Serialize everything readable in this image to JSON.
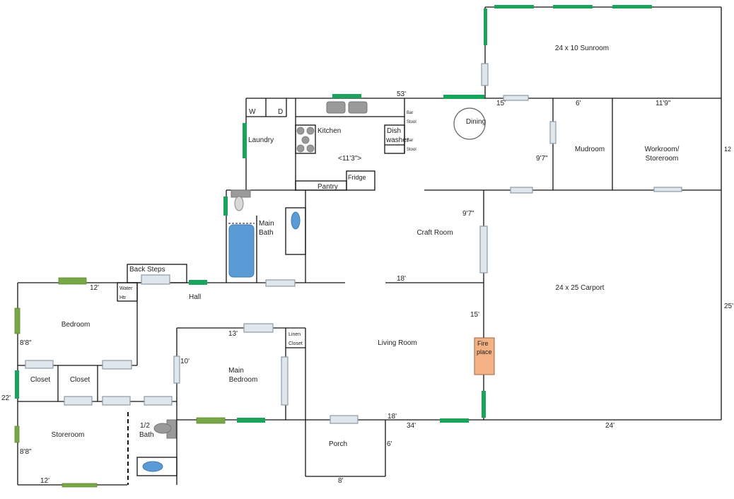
{
  "rooms": {
    "sunroom": "24 x 10 Sunroom",
    "dining": "Dining",
    "mudroom": "Mudroom",
    "workroom_line1": "Workroom/",
    "workroom_line2": "Storeroom",
    "kitchen": "Kitchen",
    "laundry": "Laundry",
    "washer": "W",
    "dryer": "D",
    "dish_line1": "Dish",
    "dish_line2": "washer",
    "bar_stool": "Bar",
    "stool": "Stool",
    "pantry": "Pantry",
    "fridge": "Fridge",
    "main_bath_line1": "Main",
    "main_bath_line2": "Bath",
    "craft_room": "Craft Room",
    "carport": "24 x 25 Carport",
    "back_steps": "Back Steps",
    "water_htr_line1": "Water",
    "water_htr_line2": "Htr",
    "hall": "Hall",
    "bedroom": "Bedroom",
    "closet": "Closet",
    "storeroom": "Storeroom",
    "main_bedroom_line1": "Main",
    "main_bedroom_line2": "Bedroom",
    "linen_line1": "Linen",
    "linen_line2": "Closet",
    "living_room": "Living Room",
    "fireplace_line1": "Fire",
    "fireplace_line2": "place",
    "half_bath_line1": "1/2",
    "half_bath_line2": "Bath",
    "porch": "Porch"
  },
  "dimensions": {
    "total_width": "53'",
    "dining_15": "15'",
    "mudroom_6": "6'",
    "workroom_11_9": "11'9\"",
    "workroom_12": "12",
    "kitchen_11_3": "<11'3\">",
    "dining_9_7": "9'7\"",
    "craft_9_7": "9'7\"",
    "hall_18": "18'",
    "living_15": "15'",
    "carport_25": "25'",
    "bedroom_12": "12'",
    "bedroom_8_8": "8'8\"",
    "left_22": "22'",
    "storeroom_8_8": "8'8\"",
    "storeroom_12": "12'",
    "main_bedroom_13": "13'",
    "main_bedroom_10": "10'",
    "living_18": "18'",
    "bottom_34": "34'",
    "bottom_24": "24'",
    "porch_6": "6'",
    "porch_8": "8'"
  },
  "colors": {
    "wall": "#111111",
    "window_green": "#1aa35a",
    "window_olive": "#77a845",
    "door_fill": "#dfe6ec",
    "door_stroke": "#8c9aa6",
    "fixture_blue": "#5b9bd5",
    "fixture_gray": "#9a9a9a",
    "fireplace": "#f4b183"
  }
}
